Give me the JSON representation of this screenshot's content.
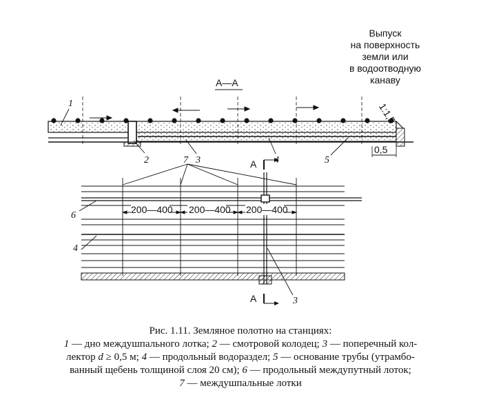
{
  "section_label": "А—А",
  "outlet_text": [
    "Выпуск",
    "на поверхность",
    "земли или",
    "в водоотводную",
    "канаву"
  ],
  "slope_label": "1:1,5",
  "dim_05": "0,5",
  "dims_200_400": [
    "200—400",
    "200—400",
    "200—400"
  ],
  "cut_marker": "А",
  "callouts": [
    "1",
    "2",
    "3",
    "4",
    "5",
    "6",
    "7",
    "4",
    "3"
  ],
  "caption": {
    "title": "Рис. 1.11. Земляное полотно на станциях:",
    "line2_n1": "1",
    "line2_t1": " — дно междушпального лотка; ",
    "line2_n2": "2",
    "line2_t2": " — смотровой колодец; ",
    "line2_n3": "3",
    "line2_t3": " — поперечный кол-",
    "line3_pre": "лектор ",
    "line3_d": "d",
    "line3_t1": " ≥ 0,5 м; ",
    "line3_n4": "4",
    "line3_t2": " — продольный водораздел; ",
    "line3_n5": "5",
    "line3_t3": " — основание трубы (утрамбо-",
    "line4_t1": "ванный щебень толщиной слоя 20 см); ",
    "line4_n6": "6",
    "line4_t2": " — продольный междупутный лоток;",
    "line5_n7": "7",
    "line5_t1": " — междушпальные лотки"
  }
}
